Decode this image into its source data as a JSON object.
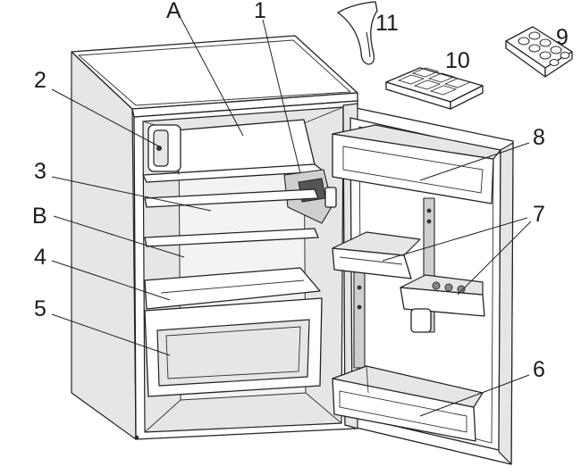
{
  "labels": {
    "A": "A",
    "n1": "1",
    "n2": "2",
    "n3": "3",
    "B": "B",
    "n4": "4",
    "n5": "5",
    "n6": "6",
    "n7": "7",
    "n8": "8",
    "n9": "9",
    "n10": "10",
    "n11": "11"
  }
}
